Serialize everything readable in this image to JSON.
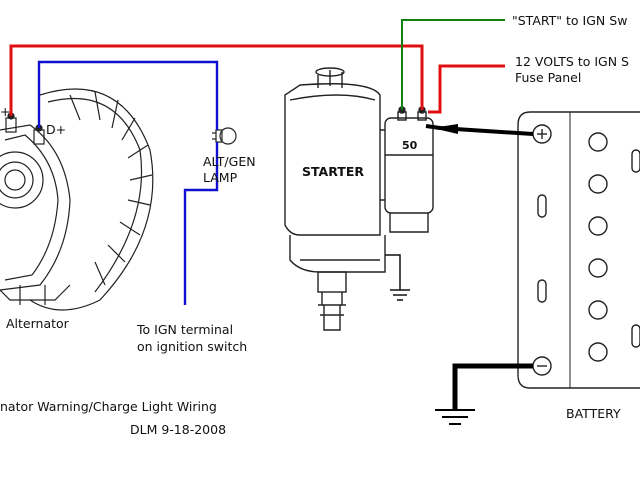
{
  "labels": {
    "start_line": "\"START\" to IGN Sw",
    "twelve_volts_line1": "12 VOLTS to IGN S",
    "twelve_volts_line2": "Fuse Panel",
    "alt_gen_line1": "ALT/GEN",
    "alt_gen_line2": "LAMP",
    "d_plus": "D+",
    "b_plus": "+",
    "starter": "STARTER",
    "terminal_50": "50",
    "alternator": "Alternator",
    "ign_line1": "To IGN terminal",
    "ign_line2": "on ignition switch",
    "battery": "BATTERY",
    "caption": "nator Warning/Charge Light Wiring",
    "author_date": "DLM  9-18-2008"
  },
  "colors": {
    "red_wire": "#e01010",
    "blue_wire": "#1010d0",
    "green_wire": "#108010",
    "black_wire": "#000000",
    "outline": "#222222"
  }
}
